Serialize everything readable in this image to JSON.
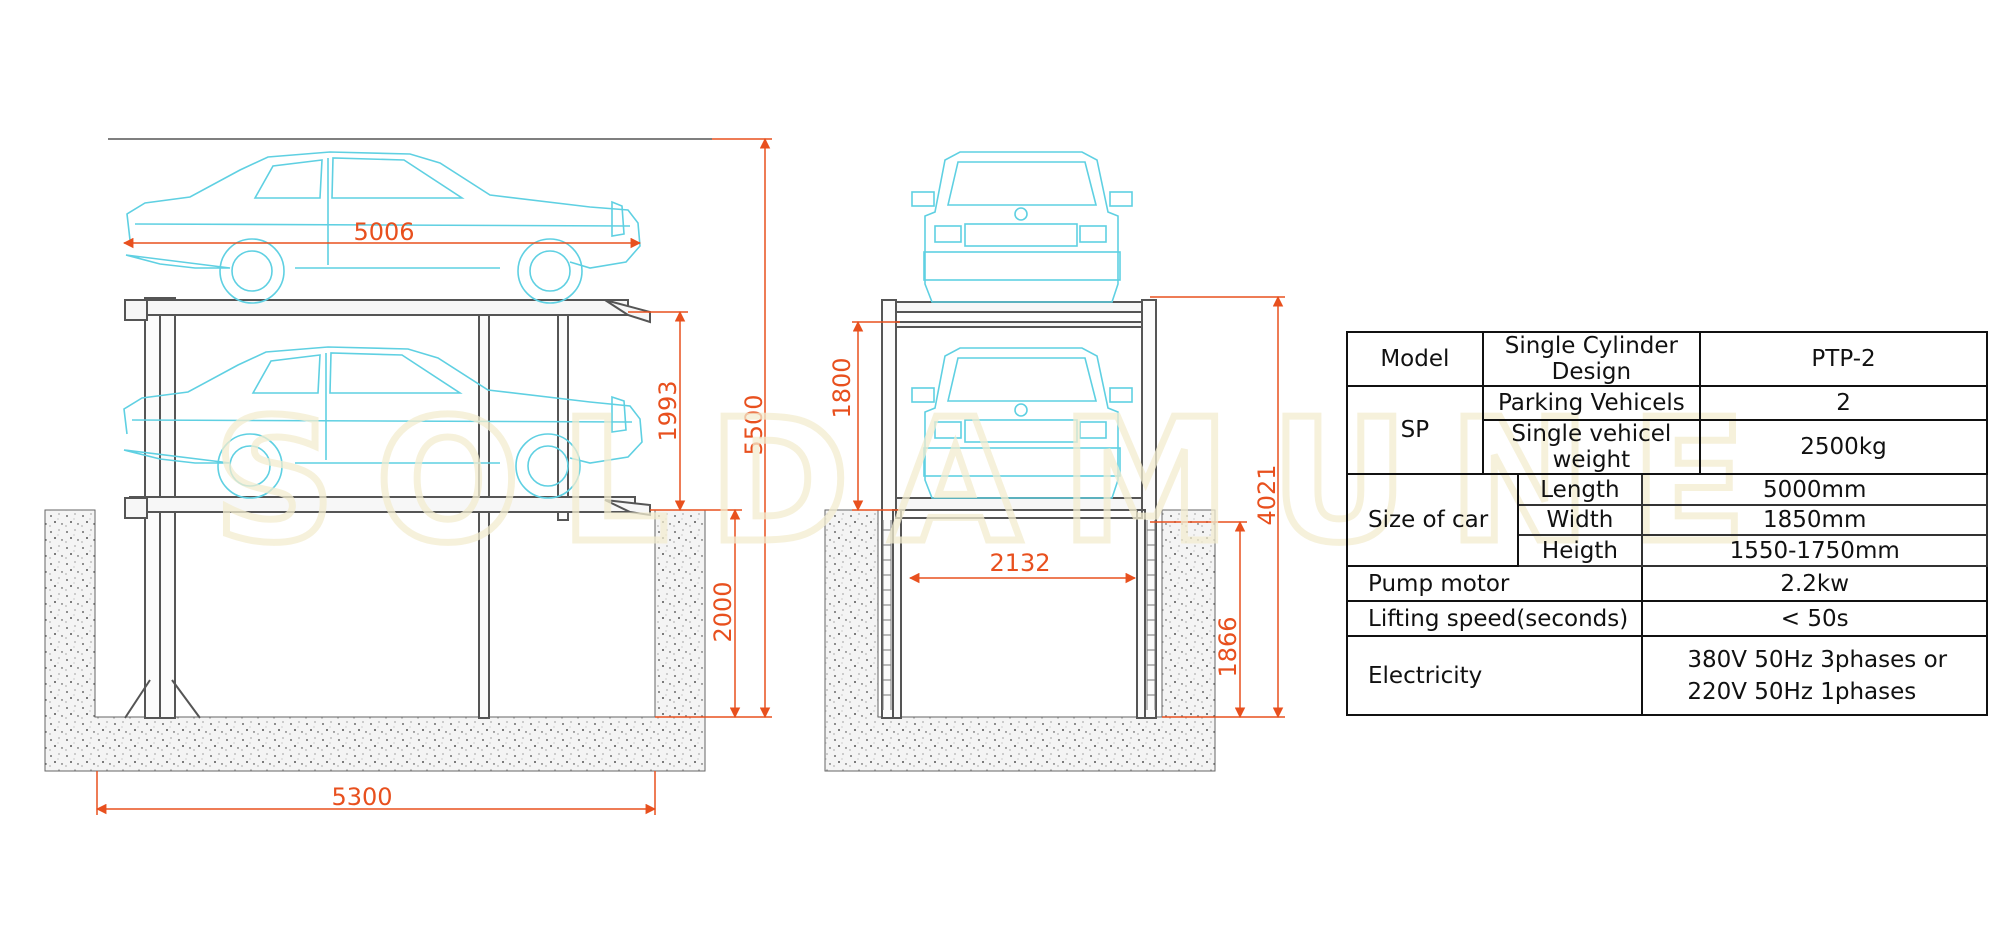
{
  "dimensions": {
    "side_car_length": "5006",
    "side_level_spacing": "1993",
    "side_total_height": "5500",
    "side_pit_depth": "2000",
    "side_pit_length": "5300",
    "front_level_spacing": "1800",
    "front_total_height": "4021",
    "front_inner_width": "2132",
    "front_pit_depth": "1866"
  },
  "watermark": "SOLDAMUNE",
  "colors": {
    "car_outline": "#5fd0e2",
    "dimension": "#e8501e",
    "structure": "#555555",
    "concrete": "#f4f4f4",
    "watermark": "#f3edd0"
  },
  "specs": {
    "model_label": "Model",
    "model_design": "Single Cylinder Design",
    "model_code": "PTP-2",
    "sp_label": "SP",
    "parking_vehicles_label": "Parking Vehicels",
    "parking_vehicles_value": "2",
    "weight_label": "Single vehicel weight",
    "weight_value": "2500kg",
    "size_label": "Size of car",
    "length_label": "Length",
    "length_value": "5000mm",
    "width_label": "Width",
    "width_value": "1850mm",
    "height_label": "Heigth",
    "height_value": "1550-1750mm",
    "pump_label": "Pump motor",
    "pump_value": "2.2kw",
    "speed_label": "Lifting speed(seconds)",
    "speed_value": "< 50s",
    "electricity_label": "Electricity",
    "electricity_line1": "380V 50Hz 3phases or",
    "electricity_line2": "220V 50Hz 1phases"
  }
}
